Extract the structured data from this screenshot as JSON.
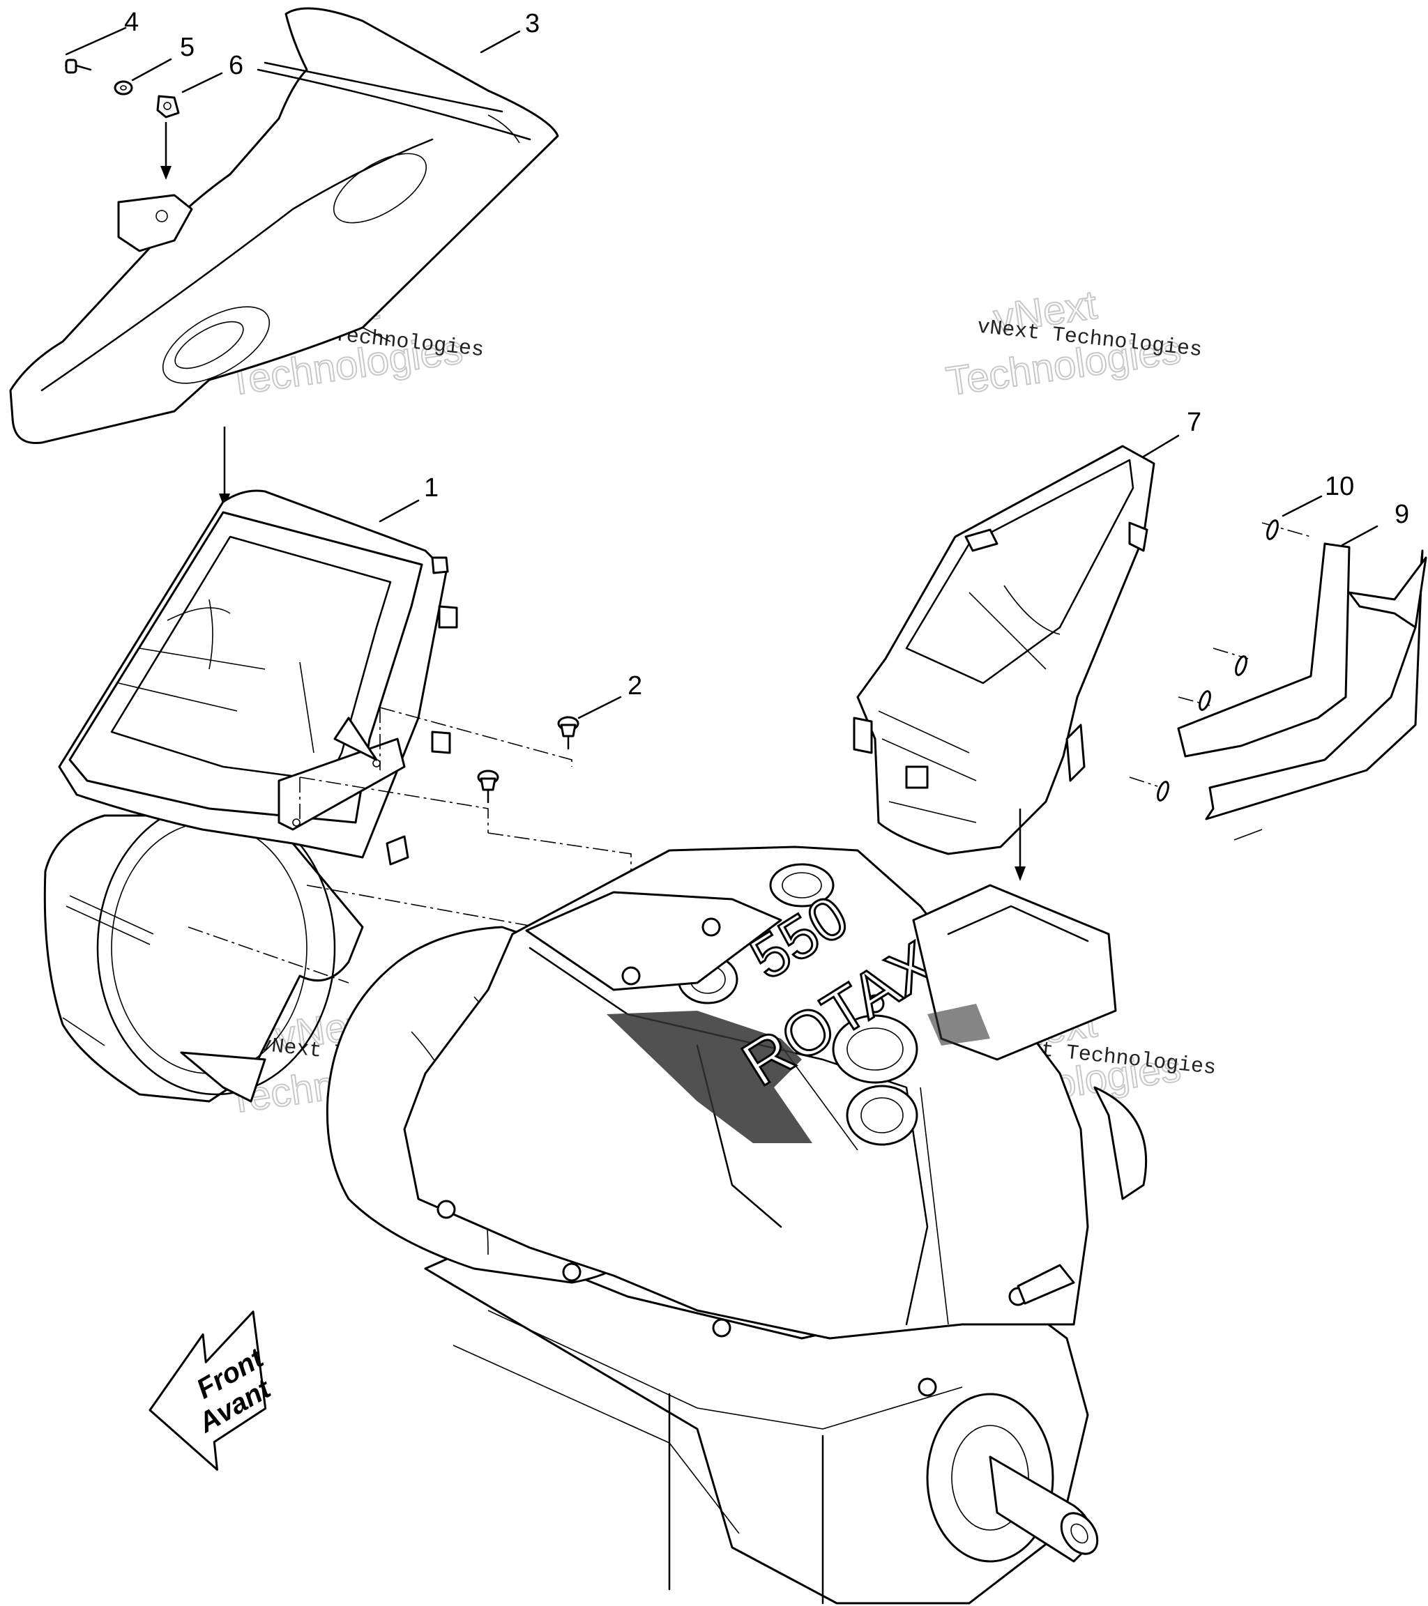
{
  "callouts": [
    {
      "id": "c1",
      "label": "1"
    },
    {
      "id": "c2",
      "label": "2"
    },
    {
      "id": "c3",
      "label": "3"
    },
    {
      "id": "c4",
      "label": "4"
    },
    {
      "id": "c5",
      "label": "5"
    },
    {
      "id": "c6",
      "label": "6"
    },
    {
      "id": "c7",
      "label": "7"
    },
    {
      "id": "c9",
      "label": "9"
    },
    {
      "id": "c10",
      "label": "10"
    }
  ],
  "watermark": {
    "small": "vNext Technologies",
    "big_line1": "vNext",
    "big_line2": "Technologies"
  },
  "engine_text": {
    "model": "550",
    "brand": "ROTAX"
  },
  "front_badge": {
    "line1": "Front",
    "line2": "Avant"
  }
}
